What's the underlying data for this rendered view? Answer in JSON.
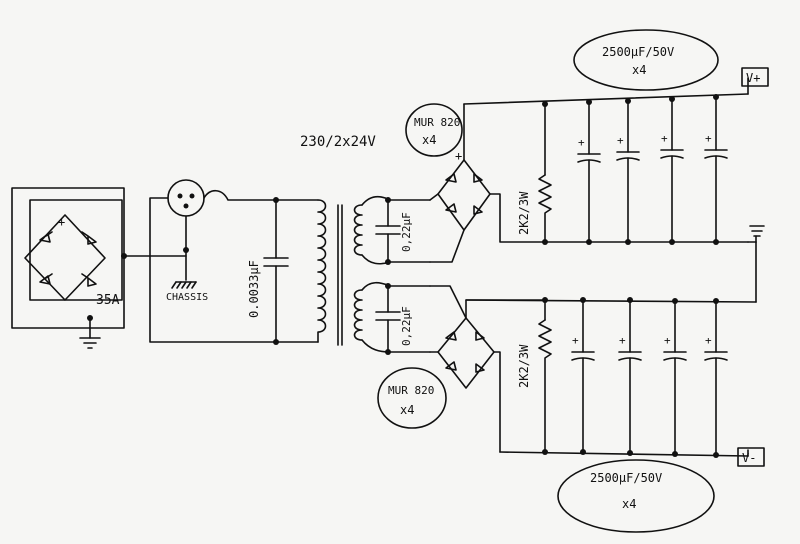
{
  "labels": {
    "cap_top": "2500µF/50V",
    "cap_top_count": "x4",
    "terminal_pos": "V+",
    "terminal_gnd": "⏚",
    "terminal_neg": "V-",
    "transformer": "230/2x24V",
    "diodes_top": "MUR 820",
    "diodes_top_count": "x4",
    "diodes_bottom": "MUR 820",
    "diodes_bottom_count": "x4",
    "snubber_top": "0,22µF",
    "snubber_bottom": "0,22µF",
    "resistor_top": "2K2/3W",
    "resistor_bottom": "2K2/3W",
    "mains_cap": "0.0033µF",
    "chassis": "CHASSIS",
    "bridge_rating": "35A",
    "bridge_plus": "+",
    "cap_bottom": "2500µF/50V",
    "cap_bottom_count": "x4"
  }
}
